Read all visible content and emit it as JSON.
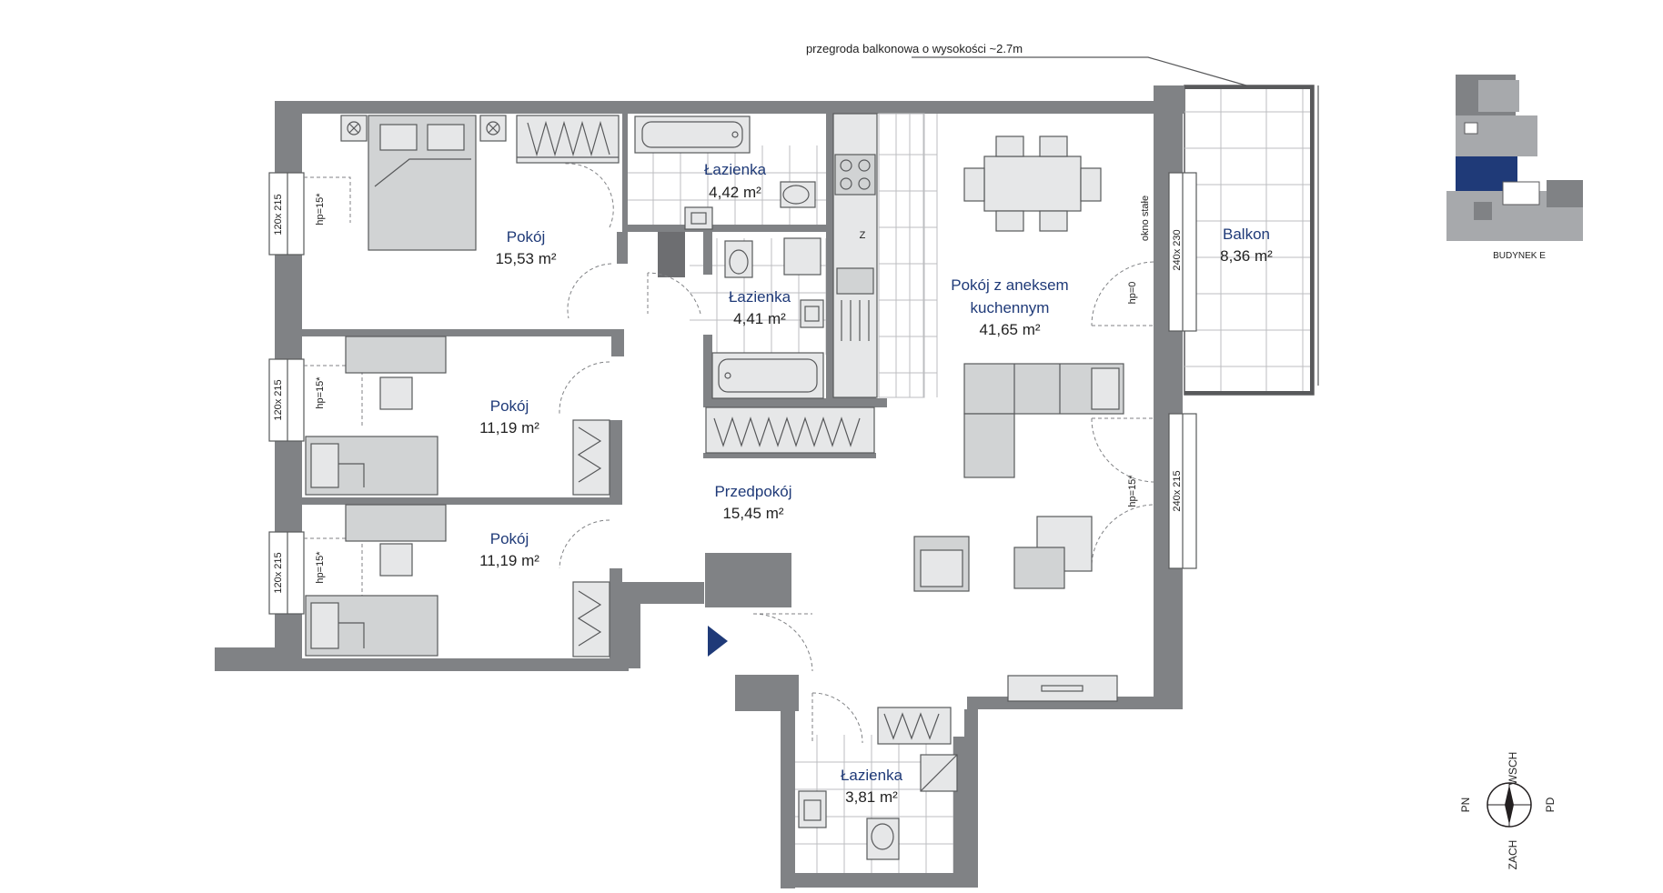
{
  "annotation": {
    "balcony_partition": "przegroda balkonowa o wysokości ~2.7m"
  },
  "rooms": {
    "bedroom_main": {
      "name": "Pokój",
      "area": "15,53 m²"
    },
    "bedroom_2": {
      "name": "Pokój",
      "area": "11,19 m²"
    },
    "bedroom_3": {
      "name": "Pokój",
      "area": "11,19 m²"
    },
    "bathroom_1": {
      "name": "Łazienka",
      "area": "4,42 m²"
    },
    "bathroom_2": {
      "name": "Łazienka",
      "area": "4,41 m²"
    },
    "bathroom_3": {
      "name": "Łazienka",
      "area": "3,81 m²"
    },
    "living": {
      "name_line1": "Pokój z aneksem",
      "name_line2": "kuchennym",
      "area": "41,65 m²"
    },
    "hall": {
      "name": "Przedpokój",
      "area": "15,45 m²"
    },
    "balcony": {
      "name": "Balkon",
      "area": "8,36 m²"
    }
  },
  "windows": {
    "w1": "120x 215",
    "w2": "120x 215",
    "w3": "120x 215",
    "w4": "240x 230",
    "w5": "240x 215"
  },
  "window_notes": {
    "hp1": "hp=15*",
    "hp2": "hp=15*",
    "hp3": "hp=15*",
    "hp_living_top": "hp=0",
    "hp_living_bottom": "hp=15*",
    "fixed_window": "okno stałe"
  },
  "kitchen_marker": "Z",
  "key_plan": {
    "building": "BUDYNEK E",
    "accent_color": "#1f3a78"
  },
  "compass": {
    "n_label": "PN",
    "e_label": "WSCH",
    "s_label": "PD",
    "w_label": "ZACH"
  },
  "entrance_marker": {
    "icon": "entrance-arrow-icon",
    "color": "#1f3a78"
  }
}
